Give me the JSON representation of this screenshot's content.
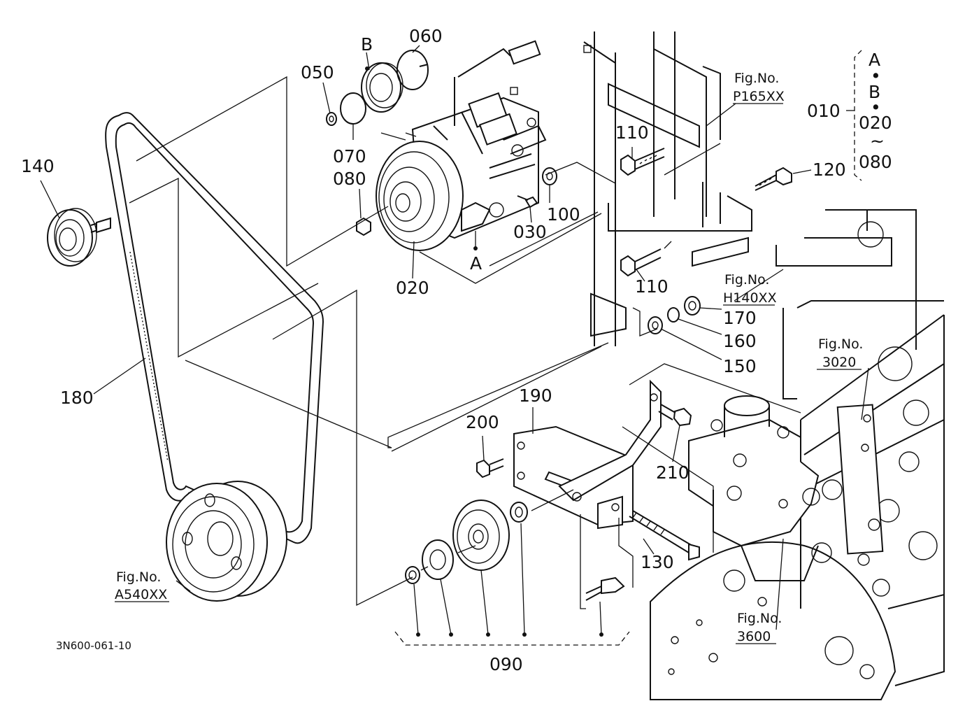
{
  "diagram_code": "3N600-061-10",
  "parts": {
    "p010": "010",
    "p020": "020",
    "p030": "030",
    "p050": "050",
    "p060": "060",
    "p070": "070",
    "p080": "080",
    "p090": "090",
    "p100": "100",
    "p110a": "110",
    "p110b": "110",
    "p120": "120",
    "p130": "130",
    "p140": "140",
    "p150": "150",
    "p160": "160",
    "p170": "170",
    "p180": "180",
    "p190": "190",
    "p200": "200",
    "p210": "210"
  },
  "markers": {
    "a": "A",
    "b": "B",
    "dot": "•",
    "tilde": "~"
  },
  "group_010": {
    "item_a": "A",
    "item_b": "B",
    "range_from": "020",
    "range_to": "080"
  },
  "fig_refs": {
    "prefix": "Fig.No.",
    "p165": "P165XX",
    "h140": "H140XX",
    "f3020": "3020",
    "a540": "A540XX",
    "f3600": "3600"
  }
}
